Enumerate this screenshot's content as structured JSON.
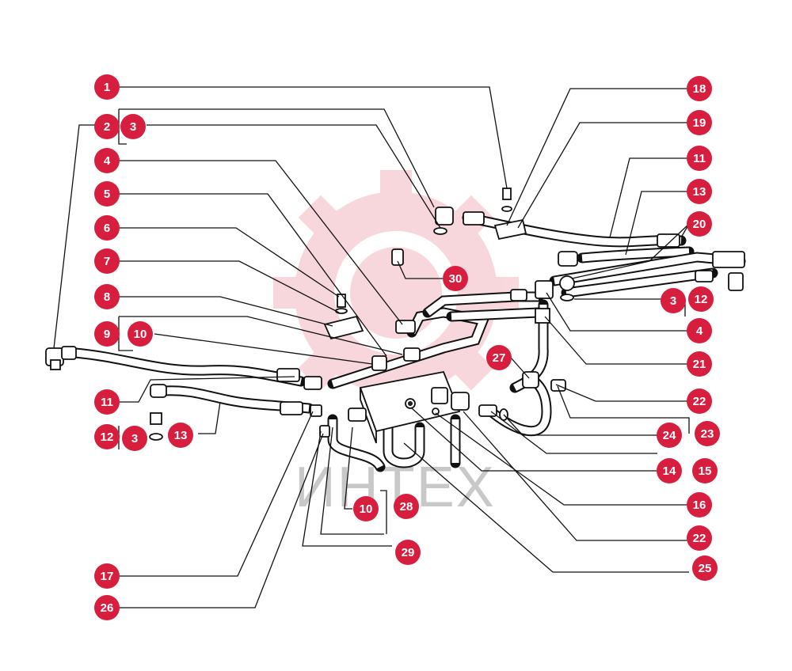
{
  "watermark": {
    "text": "ИНТЕХ",
    "logo_color": "#f4b8c0"
  },
  "colors": {
    "badge": "#d81e3f",
    "badge_text": "#ffffff",
    "line": "#111111"
  },
  "callouts": [
    {
      "id": "c1",
      "label": "1"
    },
    {
      "id": "c2",
      "label": "2"
    },
    {
      "id": "c3a",
      "label": "3"
    },
    {
      "id": "c4a",
      "label": "4"
    },
    {
      "id": "c5",
      "label": "5"
    },
    {
      "id": "c6",
      "label": "6"
    },
    {
      "id": "c7",
      "label": "7"
    },
    {
      "id": "c8",
      "label": "8"
    },
    {
      "id": "c9",
      "label": "9"
    },
    {
      "id": "c10a",
      "label": "10"
    },
    {
      "id": "c11a",
      "label": "11"
    },
    {
      "id": "c12a",
      "label": "12"
    },
    {
      "id": "c3b",
      "label": "3"
    },
    {
      "id": "c13a",
      "label": "13"
    },
    {
      "id": "c17",
      "label": "17"
    },
    {
      "id": "c26",
      "label": "26"
    },
    {
      "id": "c18",
      "label": "18"
    },
    {
      "id": "c19",
      "label": "19"
    },
    {
      "id": "c11b",
      "label": "11"
    },
    {
      "id": "c13b",
      "label": "13"
    },
    {
      "id": "c20",
      "label": "20"
    },
    {
      "id": "c30",
      "label": "30"
    },
    {
      "id": "c3c",
      "label": "3"
    },
    {
      "id": "c12b",
      "label": "12"
    },
    {
      "id": "c4b",
      "label": "4"
    },
    {
      "id": "c27",
      "label": "27"
    },
    {
      "id": "c21",
      "label": "21"
    },
    {
      "id": "c22a",
      "label": "22"
    },
    {
      "id": "c23",
      "label": "23"
    },
    {
      "id": "c24",
      "label": "24"
    },
    {
      "id": "c14",
      "label": "14"
    },
    {
      "id": "c15",
      "label": "15"
    },
    {
      "id": "c16",
      "label": "16"
    },
    {
      "id": "c10b",
      "label": "10"
    },
    {
      "id": "c28",
      "label": "28"
    },
    {
      "id": "c22b",
      "label": "22"
    },
    {
      "id": "c29",
      "label": "29"
    },
    {
      "id": "c25",
      "label": "25"
    }
  ]
}
